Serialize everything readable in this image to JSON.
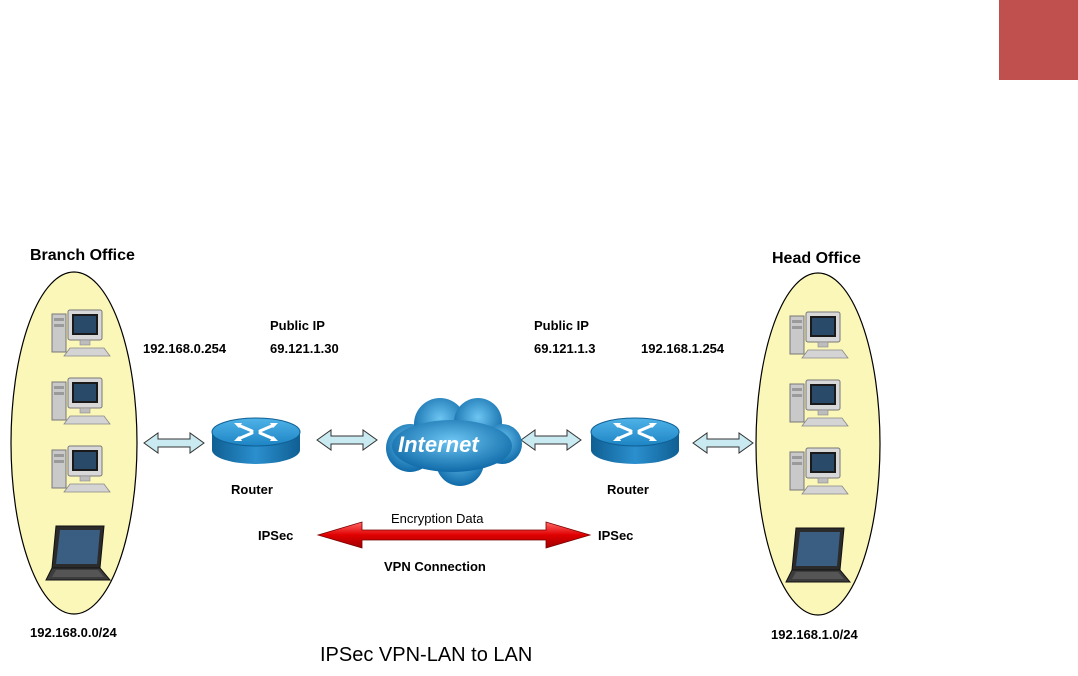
{
  "branch": {
    "title": "Branch Office",
    "lan_gateway": "192.168.0.254",
    "public_ip_label": "Public IP",
    "public_ip": "69.121.1.30",
    "subnet": "192.168.0.0/24",
    "router_label": "Router",
    "ipsec_label": "IPSec"
  },
  "head": {
    "title": "Head Office",
    "lan_gateway": "192.168.1.254",
    "public_ip_label": "Public IP",
    "public_ip": "69.121.1.3",
    "subnet": "192.168.1.0/24",
    "router_label": "Router",
    "ipsec_label": "IPSec"
  },
  "internet_label": "Internet",
  "tunnel": {
    "top_label": "Encryption Data",
    "bottom_label": "VPN Connection"
  },
  "caption": "IPSec VPN-LAN to LAN",
  "colors": {
    "accent_block": "#c0504d",
    "office_ellipse": "#fbf7b8",
    "connector_arrow": "#c8eaf0",
    "tunnel_arrow": "#ff0000",
    "router": "#1a7ab8",
    "cloud": "#1e88c8"
  }
}
